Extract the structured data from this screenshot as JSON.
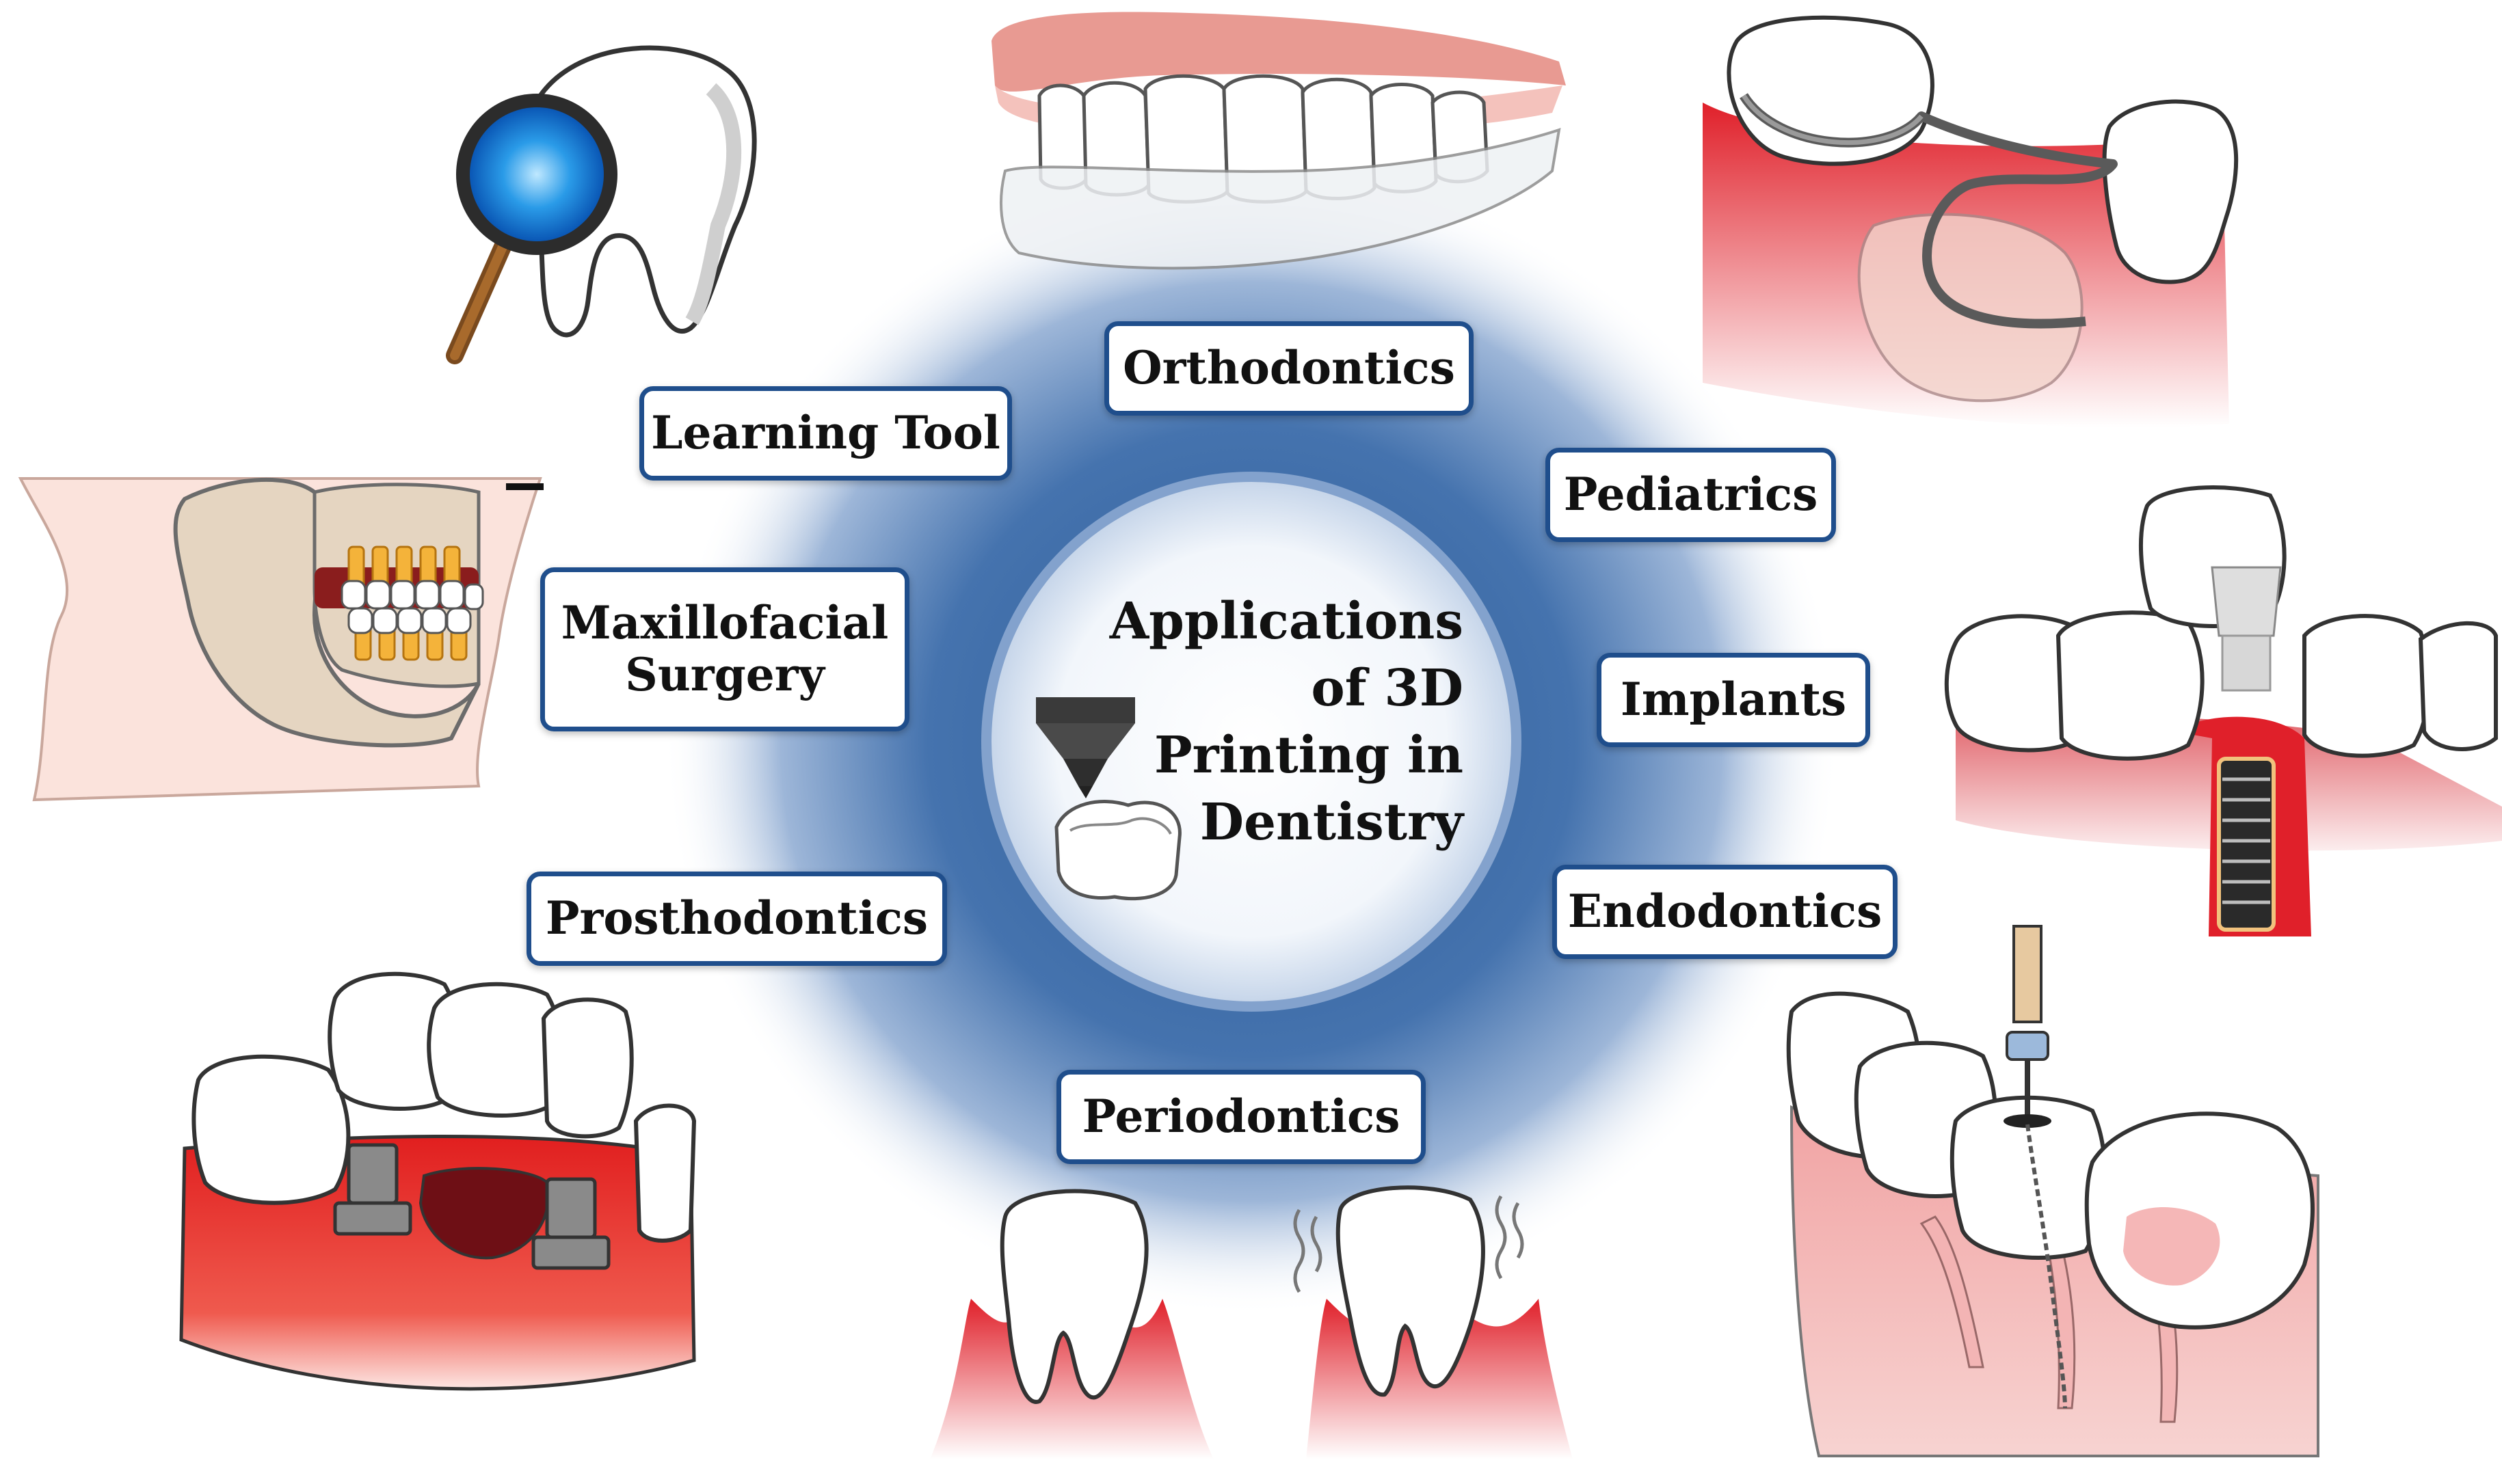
{
  "center": {
    "title_lines": [
      "Applications",
      "of 3D",
      "Printing in",
      "Dentistry"
    ]
  },
  "labels": {
    "orthodontics": "Orthodontics",
    "learning_tool": "Learning Tool",
    "pediatrics": "Pediatrics",
    "maxillofacial_line1": "Maxillofacial",
    "maxillofacial_line2": "Surgery",
    "implants": "Implants",
    "endodontics": "Endodontics",
    "prosthodontics": "Prosthodontics",
    "periodontics": "Periodontics"
  },
  "colors": {
    "label_border": "#1f4e8c",
    "halo_blue": "#3b6aa8",
    "gum_red": "#e0202a",
    "tooth_white": "#ffffff"
  },
  "icons": [
    "tooth-magnifier-icon",
    "clear-aligner-icon",
    "space-maintainer-icon",
    "skull-jaw-icon",
    "dental-implant-icon",
    "implant-bridge-icon",
    "periodontal-teeth-icon",
    "root-canal-icon",
    "3d-printer-nozzle-icon"
  ]
}
